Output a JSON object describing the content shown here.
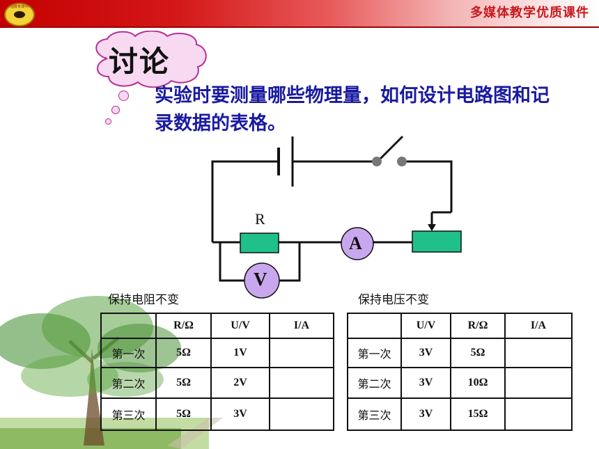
{
  "header": {
    "brand": "多媒体教学优质课件",
    "logo_caption": "中国教育课件网"
  },
  "slide": {
    "discuss_title": "讨论",
    "question": "实验时要测量哪些物理量，如何设计电路图和记录数据的表格。"
  },
  "circuit": {
    "resistor_label": "R",
    "ammeter_label": "A",
    "voltmeter_label": "V"
  },
  "table1": {
    "caption": "保持电阻不变",
    "headers": [
      "",
      "R/Ω",
      "U/V",
      "I/A"
    ],
    "rows": [
      [
        "第一次",
        "5Ω",
        "1V",
        ""
      ],
      [
        "第二次",
        "5Ω",
        "2V",
        ""
      ],
      [
        "第三次",
        "5Ω",
        "3V",
        ""
      ]
    ]
  },
  "table2": {
    "caption": "保持电压不变",
    "headers": [
      "",
      "U/V",
      "R/Ω",
      "I/A"
    ],
    "rows": [
      [
        "第一次",
        "3V",
        "5Ω",
        ""
      ],
      [
        "第二次",
        "3V",
        "10Ω",
        ""
      ],
      [
        "第三次",
        "3V",
        "15Ω",
        ""
      ]
    ]
  },
  "colors": {
    "accent_red": "#c8181e",
    "question_blue": "#1a1aa0",
    "component_green": "#1fc08a",
    "meter_purple": "#c9a7ee",
    "cloud_pink": "#f7d9f1"
  }
}
